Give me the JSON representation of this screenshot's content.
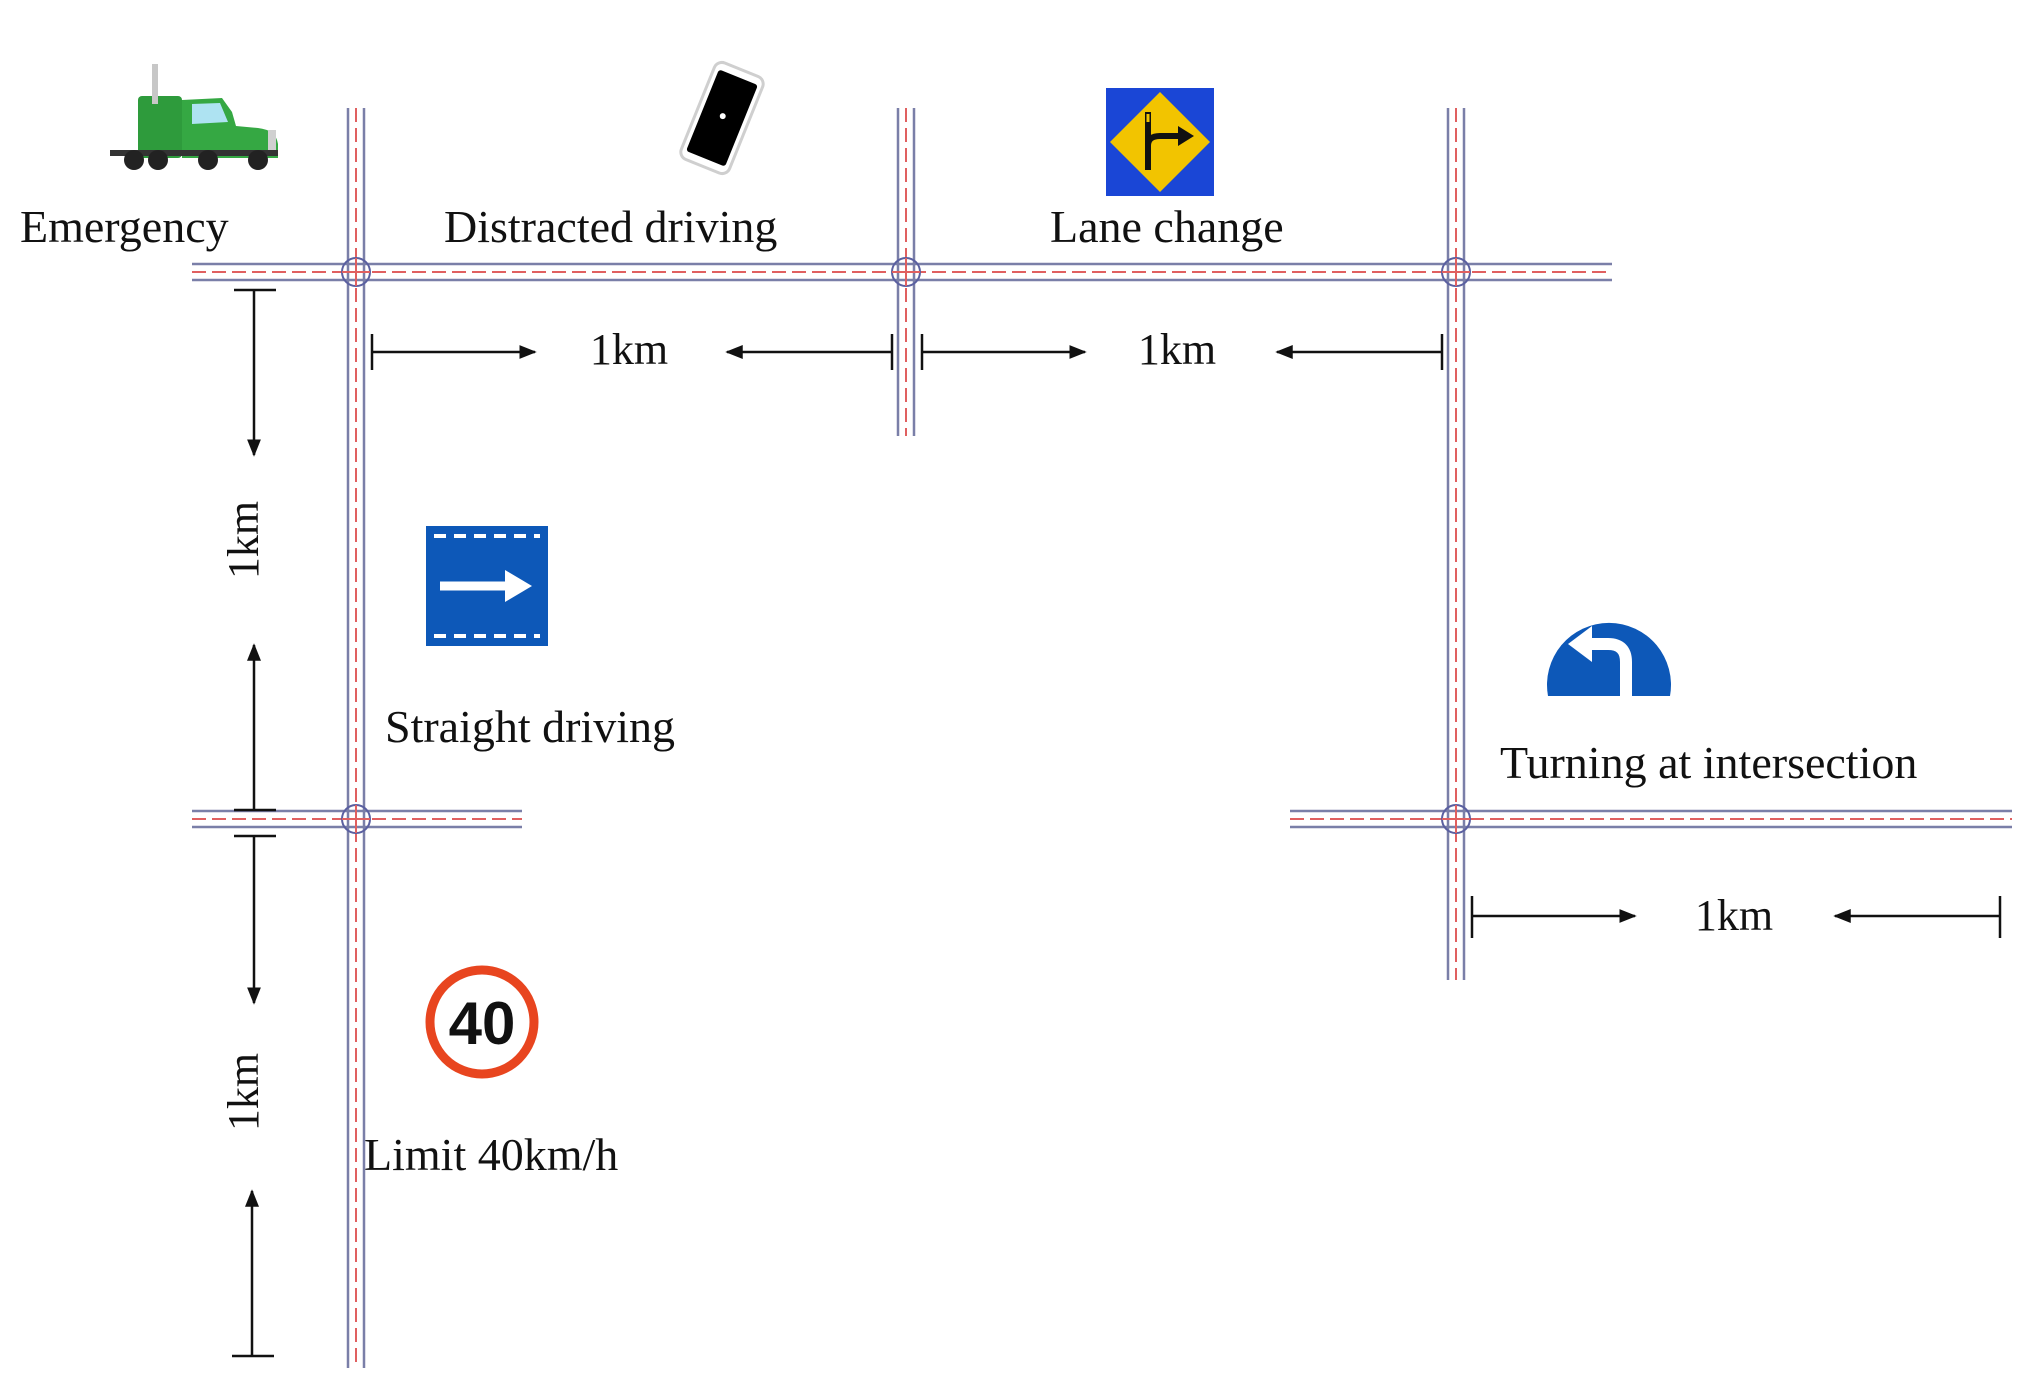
{
  "labels": {
    "emergency": "Emergency",
    "distracted": "Distracted driving",
    "lane_change": "Lane change",
    "straight": "Straight driving",
    "turning": "Turning at intersection",
    "limit": "Limit 40km/h"
  },
  "distances": {
    "top_segment_1": "1km",
    "top_segment_2": "1km",
    "left_segment_1": "1km",
    "left_segment_2": "1km",
    "right_segment": "1km"
  },
  "signs": {
    "speed_limit_value": "40"
  },
  "icons": {
    "emergency": "truck-icon",
    "distracted": "smartphone-icon",
    "lane_change": "lane-change-sign-icon",
    "straight": "straight-arrow-sign-icon",
    "turning": "left-turn-sign-icon",
    "limit": "speed-limit-sign-icon"
  },
  "colors": {
    "road_edge": "#7a7fa8",
    "road_center": "#e06060",
    "truck": "#2e9b3c",
    "sign_blue": "#0d58b8",
    "sign_yellow": "#f2c400",
    "speed_ring": "#e8451f"
  }
}
